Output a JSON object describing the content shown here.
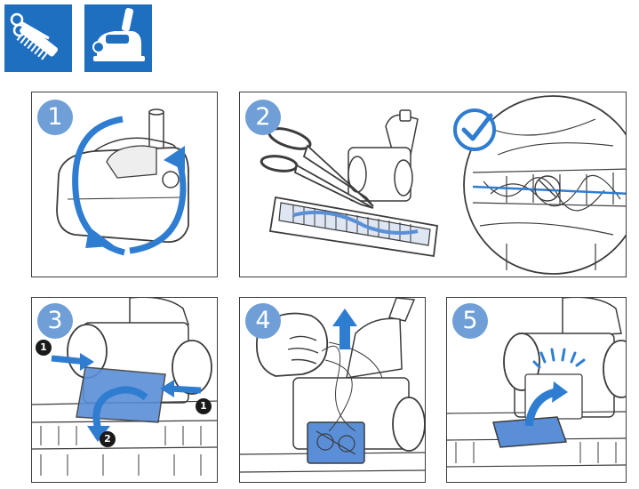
{
  "header_icons": [
    {
      "icon": "scissors-cutting-brush-icon"
    },
    {
      "icon": "turbo-brush-nozzle-icon"
    }
  ],
  "colors": {
    "tile_blue": "#1f6fc0",
    "badge_blue": "#6f9fd6",
    "arrow_blue": "#2e7dd1",
    "part_blue": "#5a8fd8",
    "outline": "#3c3c3c"
  },
  "steps": [
    {
      "number": "1"
    },
    {
      "number": "2"
    },
    {
      "number": "3"
    },
    {
      "number": "4"
    },
    {
      "number": "5"
    }
  ],
  "callouts": {
    "step3": [
      "1",
      "1",
      "2"
    ]
  }
}
